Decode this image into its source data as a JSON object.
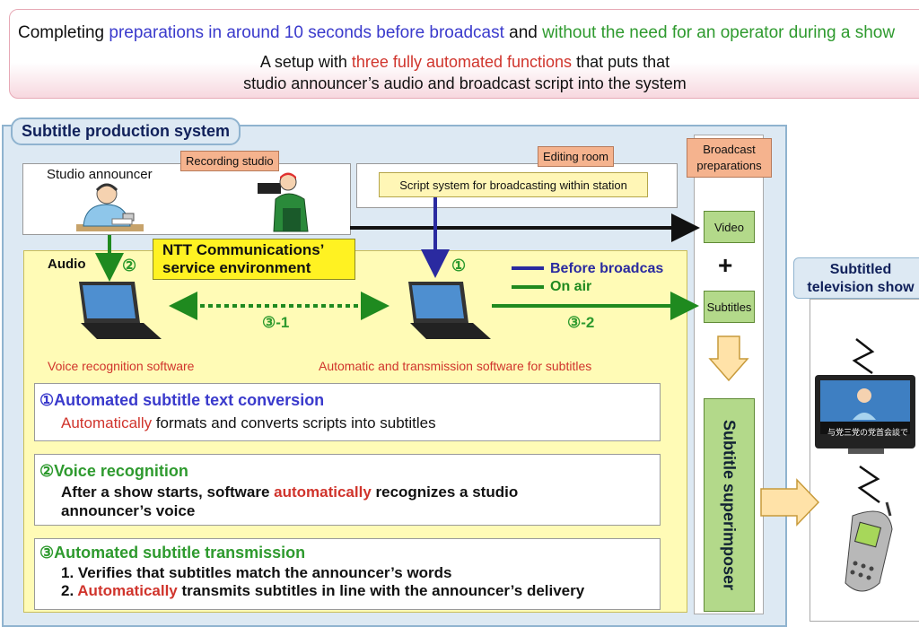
{
  "banner": {
    "l1_a": "Completing ",
    "l1_b": "preparations in around 10 seconds before broadcast",
    "l1_c": " and ",
    "l1_d": "without the need for an operator during a show",
    "l2_a": "A setup with ",
    "l2_b": "three fully automated functions",
    "l2_c": " that puts that",
    "l3": "studio announcer’s audio and broadcast script into the system"
  },
  "system_title": "Subtitle production system",
  "studio": {
    "announcer": "Studio announcer",
    "recording": "Recording studio"
  },
  "editing": {
    "room": "Editing room",
    "script_system": "Script system for broadcasting within station"
  },
  "ntt": {
    "label_line1": "NTT Communications’",
    "label_line2": "service environment",
    "audio": "Audio"
  },
  "markers": {
    "one": "①",
    "two": "②",
    "three_one": "③-1",
    "three_two": "③-2"
  },
  "legend": {
    "before": "Before broadcas",
    "onair": "On air"
  },
  "software": {
    "voice": "Voice recognition software",
    "auto": "Automatic and transmission software for subtitles"
  },
  "column": {
    "prep_line1": "Broadcast",
    "prep_line2": "preparations",
    "video": "Video",
    "plus": "+",
    "subtitles": "Subtitles",
    "superimposer": "Subtitle superimposer"
  },
  "tv": {
    "title_line1": "Subtitled",
    "title_line2": "television show",
    "caption": "与党三党の党首会談で"
  },
  "features": {
    "f1_title": "①Automated subtitle text conversion",
    "f1_red": "Automatically",
    "f1_rest": " formats and converts scripts into subtitles",
    "f2_title": "②Voice recognition",
    "f2_a": "After a show starts, software ",
    "f2_red": "automatically",
    "f2_b": " recognizes a studio",
    "f2_c": "announcer’s voice",
    "f3_title": "③Automated subtitle transmission",
    "f3_l1": "1. Verifies that subtitles match the announcer’s words",
    "f3_l2_a": "2. ",
    "f3_l2_red": "Automatically",
    "f3_l2_b": " transmits subtitles in line with the announcer’s delivery"
  },
  "colors": {
    "blue": "#3a3acc",
    "green": "#2e9a2e",
    "red": "#d0342c",
    "dark_blue_arrow": "#2a2aa0",
    "dark_green_arrow": "#1f8a1f"
  }
}
